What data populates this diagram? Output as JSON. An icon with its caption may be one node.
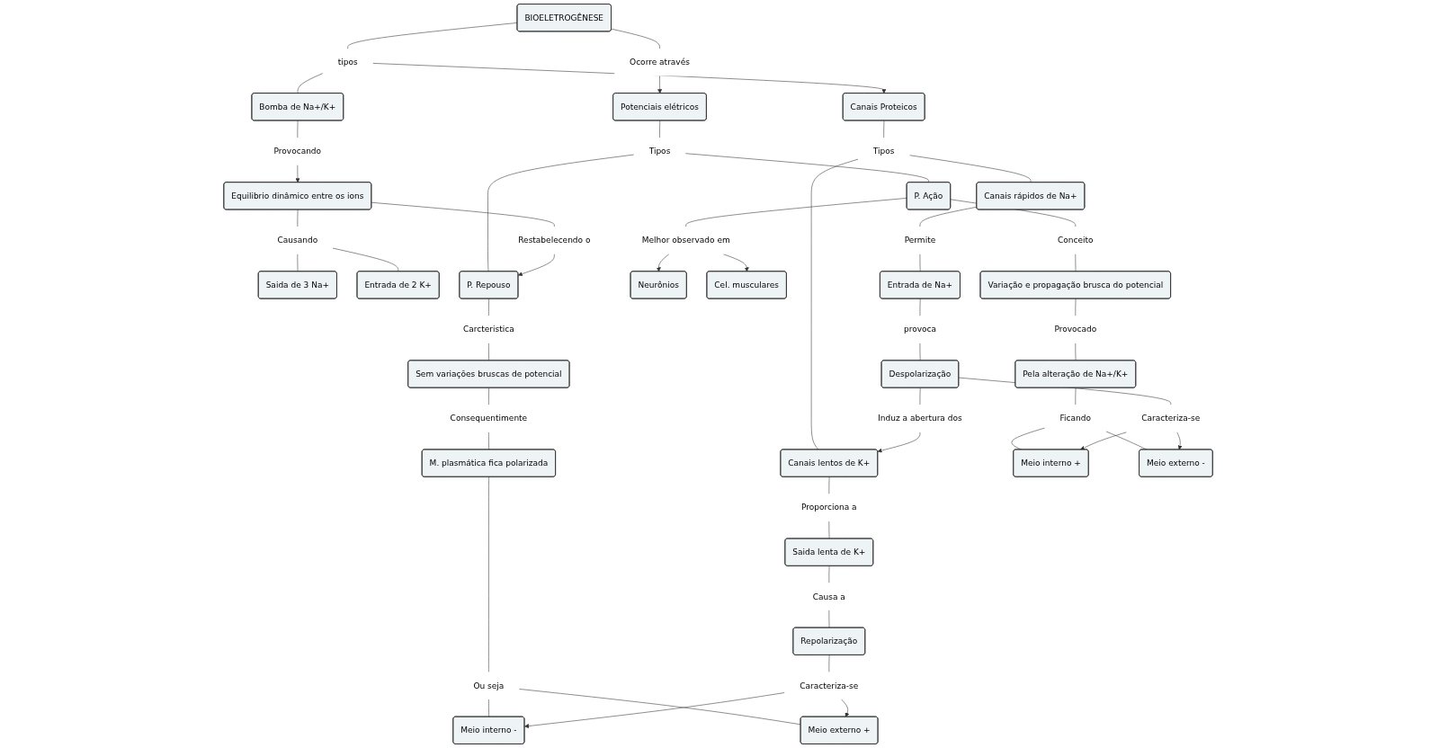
{
  "diagram": {
    "nodes": [
      {
        "text": [
          "BIOELETROGÊNESE"
        ]
      },
      {
        "text": [
          "Neurônios"
        ]
      },
      {
        "text": [
          "Cel. musculares"
        ]
      },
      {
        "text": [
          "Canais Proteicos"
        ]
      },
      {
        "text": [
          "tipos"
        ]
      },
      {
        "text": [
          "Ocorre através"
        ]
      },
      {
        "text": [
          "Potenciais elétricos"
        ]
      },
      {
        "text": [
          "Tipos"
        ]
      },
      {
        "text": [
          "Melhor observado em"
        ]
      },
      {
        "text": [
          "P. Ação"
        ]
      },
      {
        "text": [
          "P. Repouso"
        ]
      },
      {
        "text": [
          "Tipos"
        ]
      },
      {
        "text": [
          "Canais rápidos de Na+"
        ]
      },
      {
        "text": [
          "Canais lentos de K+"
        ]
      },
      {
        "text": [
          "Bomba de Na+/K+"
        ]
      },
      {
        "text": [
          "Provocando"
        ]
      },
      {
        "text": [
          "Equilibrio dinâmico entre os ions"
        ]
      },
      {
        "text": [
          "Restabelecendo o"
        ]
      },
      {
        "text": [
          "Carcteristica"
        ]
      },
      {
        "text": [
          "Conceito"
        ]
      },
      {
        "text": [
          "Sem variações bruscas de potencial"
        ]
      },
      {
        "text": [
          "Causando"
        ]
      },
      {
        "text": [
          "Permite"
        ]
      },
      {
        "text": [
          "Proporciona a"
        ]
      },
      {
        "text": [
          "Variação e propagação brusca do potencial"
        ]
      },
      {
        "text": [
          "Saida de 3 Na+"
        ]
      },
      {
        "text": [
          "Entrada de 2 K+"
        ]
      },
      {
        "text": [
          "Saida lenta de K+"
        ]
      },
      {
        "text": [
          "Entrada de Na+"
        ]
      },
      {
        "text": [
          "Induz a abertura dos"
        ]
      },
      {
        "text": [
          "Consequentimente"
        ]
      },
      {
        "text": [
          "Provocado"
        ]
      },
      {
        "text": [
          "provoca"
        ]
      },
      {
        "text": [
          "Causa a"
        ]
      },
      {
        "text": [
          "Pela alteração de Na+/K+"
        ]
      },
      {
        "text": [
          "M. plasmática fica polarizada"
        ]
      },
      {
        "text": [
          "Despolarização"
        ]
      },
      {
        "text": [
          "Repolarização"
        ]
      },
      {
        "text": [
          "Ficando"
        ]
      },
      {
        "text": [
          "Ou seja"
        ]
      },
      {
        "text": [
          "Meio interno -"
        ]
      },
      {
        "text": [
          "Meio externo +"
        ]
      },
      {
        "text": [
          "Meio interno +"
        ]
      },
      {
        "text": [
          "Meio externo -"
        ]
      },
      {
        "text": [
          "Caracteriza-se"
        ]
      },
      {
        "text": [
          "Caracteriza-se"
        ]
      }
    ],
    "edges": [
      {
        "from": 0,
        "to": 4,
        "arrow": "none"
      },
      {
        "from": 4,
        "to": 3,
        "arrow": "to"
      },
      {
        "from": 4,
        "to": 14,
        "arrow": "none"
      },
      {
        "from": 0,
        "to": 5,
        "arrow": "none"
      },
      {
        "from": 5,
        "to": 6,
        "arrow": "to"
      },
      {
        "from": 6,
        "to": 7,
        "arrow": "none"
      },
      {
        "from": 7,
        "to": 10,
        "arrow": "none"
      },
      {
        "from": 7,
        "to": 9,
        "arrow": "none"
      },
      {
        "from": 9,
        "to": 8,
        "arrow": "none"
      },
      {
        "from": 8,
        "to": 1,
        "arrow": "to"
      },
      {
        "from": 8,
        "to": 2,
        "arrow": "to"
      },
      {
        "from": 3,
        "to": 11,
        "arrow": "none"
      },
      {
        "from": 11,
        "to": 12,
        "arrow": "none"
      },
      {
        "from": 11,
        "to": 13,
        "arrow": "none"
      },
      {
        "from": 14,
        "to": 15,
        "arrow": "none"
      },
      {
        "from": 15,
        "to": 16,
        "arrow": "to"
      },
      {
        "from": 16,
        "to": 17,
        "arrow": "none"
      },
      {
        "from": 17,
        "to": 10,
        "arrow": "to"
      },
      {
        "from": 16,
        "to": 21,
        "arrow": "none"
      },
      {
        "from": 21,
        "to": 25,
        "arrow": "none"
      },
      {
        "from": 21,
        "to": 26,
        "arrow": "none"
      },
      {
        "from": 10,
        "to": 18,
        "arrow": "none"
      },
      {
        "from": 18,
        "to": 20,
        "arrow": "none"
      },
      {
        "from": 20,
        "to": 30,
        "arrow": "none"
      },
      {
        "from": 30,
        "to": 35,
        "arrow": "none"
      },
      {
        "from": 35,
        "to": 39,
        "arrow": "none"
      },
      {
        "from": 39,
        "to": 40,
        "arrow": "none"
      },
      {
        "from": 39,
        "to": 41,
        "arrow": "none"
      },
      {
        "from": 9,
        "to": 19,
        "arrow": "none"
      },
      {
        "from": 19,
        "to": 24,
        "arrow": "none"
      },
      {
        "from": 24,
        "to": 31,
        "arrow": "none"
      },
      {
        "from": 31,
        "to": 34,
        "arrow": "none"
      },
      {
        "from": 34,
        "to": 38,
        "arrow": "none"
      },
      {
        "from": 38,
        "to": 42,
        "arrow": "none"
      },
      {
        "from": 38,
        "to": 43,
        "arrow": "none"
      },
      {
        "from": 12,
        "to": 22,
        "arrow": "none"
      },
      {
        "from": 22,
        "to": 28,
        "arrow": "none"
      },
      {
        "from": 28,
        "to": 32,
        "arrow": "none"
      },
      {
        "from": 32,
        "to": 36,
        "arrow": "none"
      },
      {
        "from": 36,
        "to": 29,
        "arrow": "none"
      },
      {
        "from": 29,
        "to": 13,
        "arrow": "to"
      },
      {
        "from": 13,
        "to": 23,
        "arrow": "none"
      },
      {
        "from": 23,
        "to": 27,
        "arrow": "none"
      },
      {
        "from": 27,
        "to": 33,
        "arrow": "none"
      },
      {
        "from": 33,
        "to": 37,
        "arrow": "none"
      },
      {
        "from": 37,
        "to": 44,
        "arrow": "none"
      },
      {
        "from": 44,
        "to": 40,
        "arrow": "to"
      },
      {
        "from": 44,
        "to": 41,
        "arrow": "to"
      },
      {
        "from": 36,
        "to": 45,
        "arrow": "none"
      },
      {
        "from": 45,
        "to": 42,
        "arrow": "to"
      },
      {
        "from": 45,
        "to": 43,
        "arrow": "to"
      }
    ]
  }
}
